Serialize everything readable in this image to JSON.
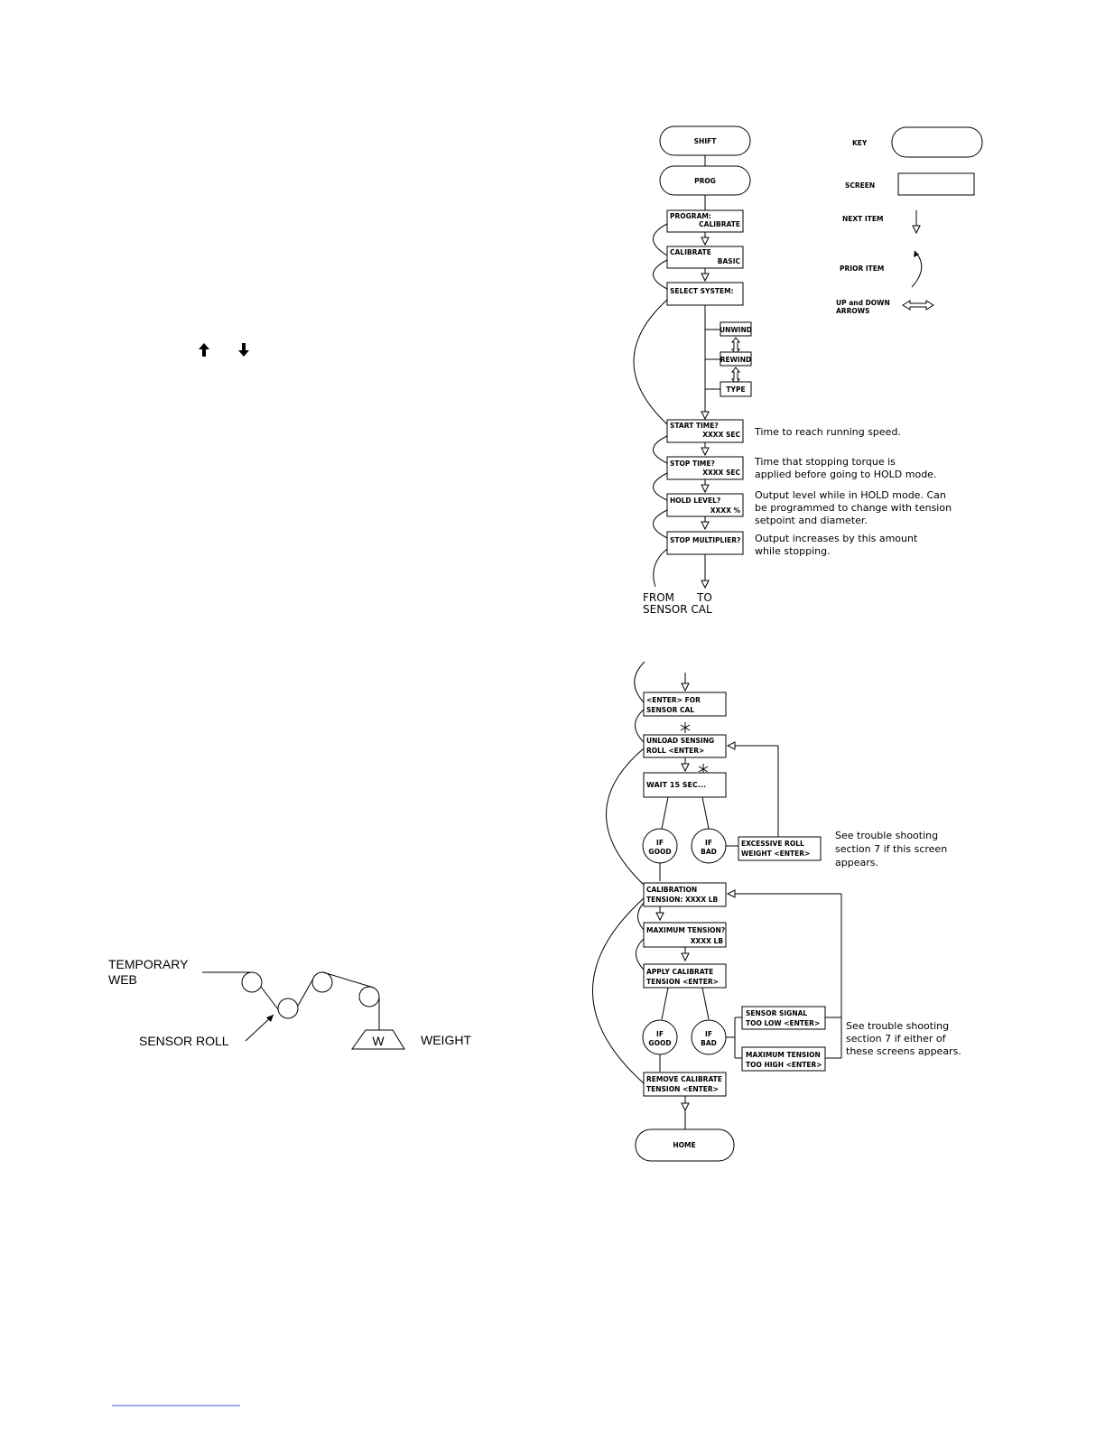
{
  "legend": {
    "key": "KEY",
    "screen": "SCREEN",
    "next_item": "NEXT ITEM",
    "prior_item": "PRIOR ITEM",
    "up_down_1": "UP and DOWN",
    "up_down_2": "ARROWS"
  },
  "flow1": {
    "shift": "SHIFT",
    "prog": "PROG",
    "program_1": "PROGRAM:",
    "program_2": "CALIBRATE",
    "calibrate_1": "CALIBRATE",
    "calibrate_2": "BASIC",
    "select_system": "SELECT SYSTEM:",
    "unwind": "UNWIND",
    "rewind": "REWIND",
    "type": "TYPE",
    "start_time_1": "START TIME?",
    "start_time_2": "XXXX SEC",
    "stop_time_1": "STOP TIME?",
    "stop_time_2": "XXXX SEC",
    "hold_level_1": "HOLD LEVEL?",
    "hold_level_2": "XXXX %",
    "stop_multiplier": "STOP MULTIPLIER?",
    "note_start": "Time to reach running speed.",
    "note_stop_1": "Time that stopping torque is",
    "note_stop_2": "applied before going to HOLD mode.",
    "note_hold_1": "Output level while in HOLD mode.  Can",
    "note_hold_2": "be programmed to change with tension",
    "note_hold_3": "setpoint and diameter.",
    "note_mult_1": "Output increases by this amount",
    "note_mult_2": "while stopping.",
    "from": "FROM",
    "to": "TO",
    "sensor_cal": "SENSOR CAL"
  },
  "flow2": {
    "enter_sensor_1": "<ENTER> FOR",
    "enter_sensor_2": "SENSOR CAL",
    "unload_1": "UNLOAD SENSING",
    "unload_2": "ROLL <ENTER>",
    "wait": "WAIT 15 SEC...",
    "if": "IF",
    "good": "GOOD",
    "bad": "BAD",
    "excess_1": "EXCESSIVE ROLL",
    "excess_2": "WEIGHT <ENTER>",
    "trouble1_1": "See trouble shooting",
    "trouble1_2": "section 7 if this screen",
    "trouble1_3": "appears.",
    "caltension_1": "CALIBRATION",
    "caltension_2": "TENSION: XXXX LB",
    "max_tension_1": "MAXIMUM TENSION?",
    "max_tension_2": "XXXX LB",
    "apply_1": "APPLY CALIBRATE",
    "apply_2": "TENSION  <ENTER>",
    "sig_low_1": "SENSOR SIGNAL",
    "sig_low_2": "TOO LOW <ENTER>",
    "max_high_1": "MAXIMUM TENSION",
    "max_high_2": "TOO HIGH <ENTER>",
    "trouble2_1": "See trouble shooting",
    "trouble2_2": "section 7 if either of",
    "trouble2_3": "these screens appears.",
    "remove_1": "REMOVE CALIBRATE",
    "remove_2": "TENSION  <ENTER>",
    "home": "HOME"
  },
  "web_diagram": {
    "temporary_1": "TEMPORARY",
    "temporary_2": "WEB",
    "sensor_roll": "SENSOR ROLL",
    "w": "W",
    "weight": "WEIGHT"
  }
}
